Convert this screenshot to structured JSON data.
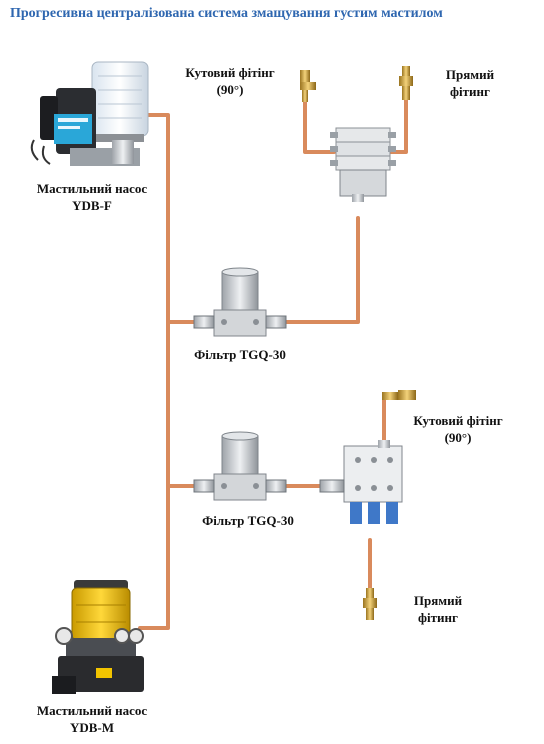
{
  "title": "Прогресивна централізована система змащування густим мастилом",
  "labels": {
    "pump_f": {
      "line1": "Мастильний насос",
      "line2": "YDB-F"
    },
    "pump_m": {
      "line1": "Мастильний насос",
      "line2": "YDB-M"
    },
    "filter_top": "Фільтр TGQ-30",
    "filter_bottom": "Фільтр TGQ-30",
    "angle_top": {
      "line1": "Кутовий фітінг",
      "line2": "(90°)"
    },
    "straight_top": {
      "line1": "Прямий",
      "line2": "фітинг"
    },
    "angle_bottom": {
      "line1": "Кутовий фітінг",
      "line2": "(90°)"
    },
    "straight_bottom": {
      "line1": "Прямий",
      "line2": "фітинг"
    }
  },
  "colors": {
    "title": "#2f67b0",
    "pipe": "#d98a5c",
    "pipe_dark": "#b8663a",
    "metal": "#c9ccd0",
    "pump_yellow": "#f2c400"
  }
}
